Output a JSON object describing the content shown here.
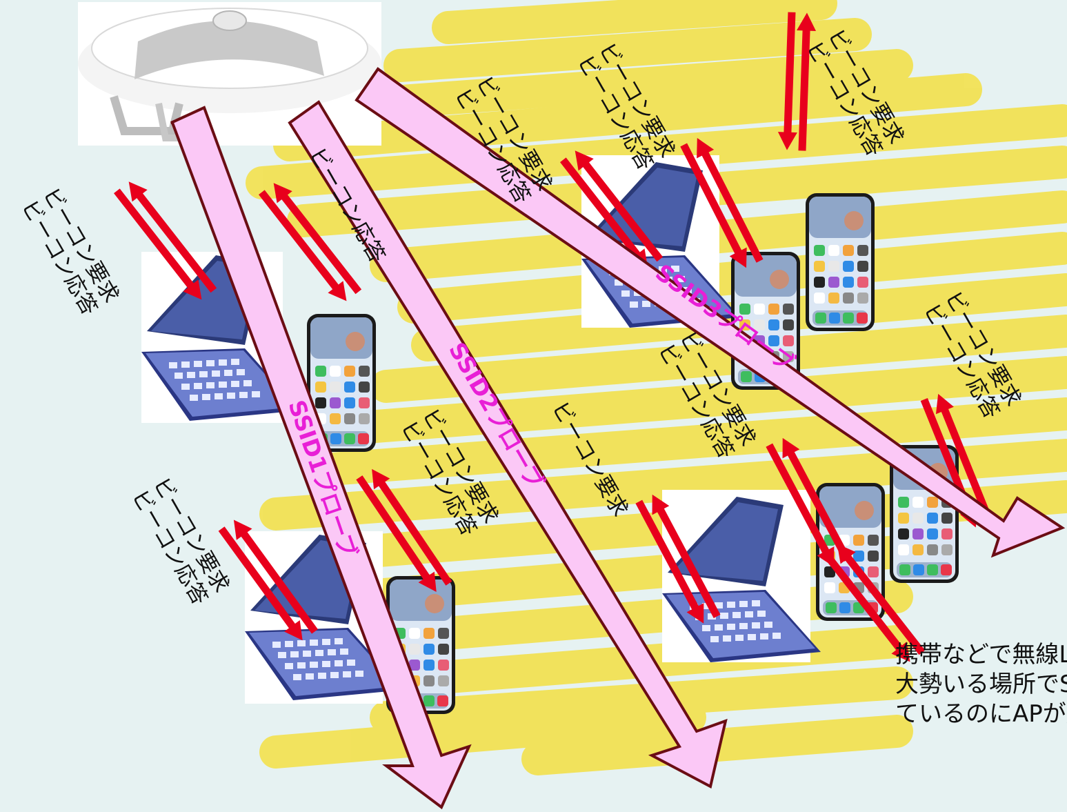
{
  "colors": {
    "background": "#e6f2f2",
    "highlight": "#f2e255",
    "probe_fill": "#fbc8f6",
    "probe_stroke": "#6b0d14",
    "probe_text": "#e81fd6",
    "exchange_arrow": "#e8001c",
    "label_text": "#111111"
  },
  "icons": {
    "access_point": "access-point-icon",
    "laptop": "laptop-icon",
    "phone": "smartphone-icon"
  },
  "probes": [
    {
      "label": "SSID1プローブ"
    },
    {
      "label": "SSID2プローブ"
    },
    {
      "label": "SSID3プローブ"
    }
  ],
  "exchange_labels": {
    "request": "ビーコン要求",
    "response": "ビーコン応答"
  },
  "caption": {
    "line1": "携帯などで無線LAN端末が",
    "line2": "大勢いる場所でSSIDが増え",
    "line3": "ているのにAPが応答する"
  }
}
